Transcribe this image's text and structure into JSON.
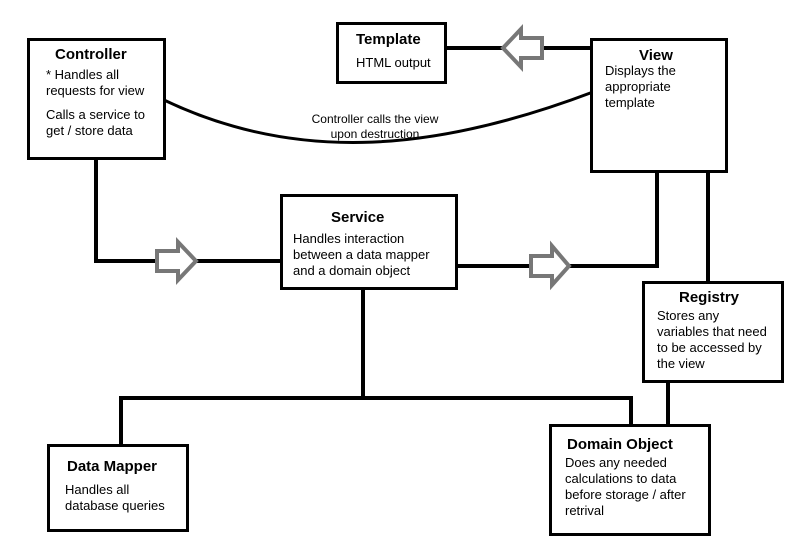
{
  "nodes": {
    "controller": {
      "title": "Controller",
      "lines": [
        "* Handles all",
        "requests for view",
        "",
        "Calls a service to",
        "get / store data"
      ]
    },
    "template": {
      "title": "Template",
      "lines": [
        "HTML output"
      ]
    },
    "view": {
      "title": "View",
      "lines": [
        "Displays the",
        "appropriate",
        "template"
      ]
    },
    "service": {
      "title": "Service",
      "lines": [
        "Handles interaction",
        "between a data mapper",
        "and a domain object"
      ]
    },
    "registry": {
      "title": "Registry",
      "lines": [
        "Stores any",
        "variables that need",
        "to be accessed by",
        "the view"
      ]
    },
    "data_mapper": {
      "title": "Data Mapper",
      "lines": [
        "Handles all",
        "database queries"
      ]
    },
    "domain_object": {
      "title": "Domain Object",
      "lines": [
        "Does any needed",
        "calculations to data",
        "before storage / after",
        "retrival"
      ]
    }
  },
  "edge_label": [
    "Controller calls the view",
    "upon destruction"
  ],
  "colors": {
    "line": "#000000",
    "arrow_stroke": "#777777",
    "arrow_fill": "#ffffff"
  }
}
